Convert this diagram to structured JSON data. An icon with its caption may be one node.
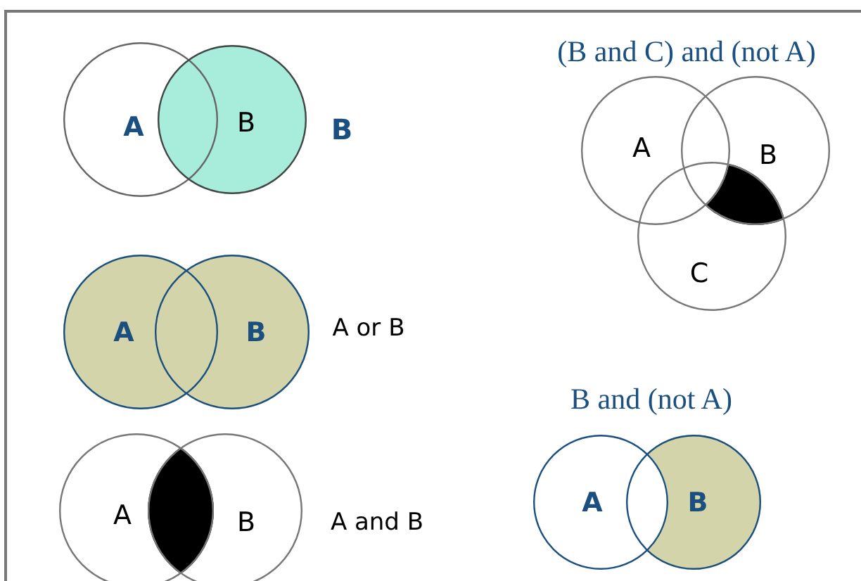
{
  "diagram": {
    "nodes": [
      {
        "text": [
          "A"
        ]
      },
      {
        "text": [
          "B"
        ]
      },
      {
        "text": [
          "A"
        ]
      },
      {
        "text": [
          "B"
        ]
      },
      {
        "text": [
          "A"
        ]
      },
      {
        "text": [
          "B"
        ]
      },
      {
        "text": [
          "A"
        ]
      },
      {
        "text": [
          "B"
        ]
      },
      {
        "text": [
          "C"
        ]
      },
      {
        "text": [
          "A"
        ]
      },
      {
        "text": [
          "B"
        ]
      }
    ],
    "labels": [
      "(B and C) and (not A)",
      "B",
      "A or B",
      "B and (not A)",
      "A and B"
    ]
  }
}
